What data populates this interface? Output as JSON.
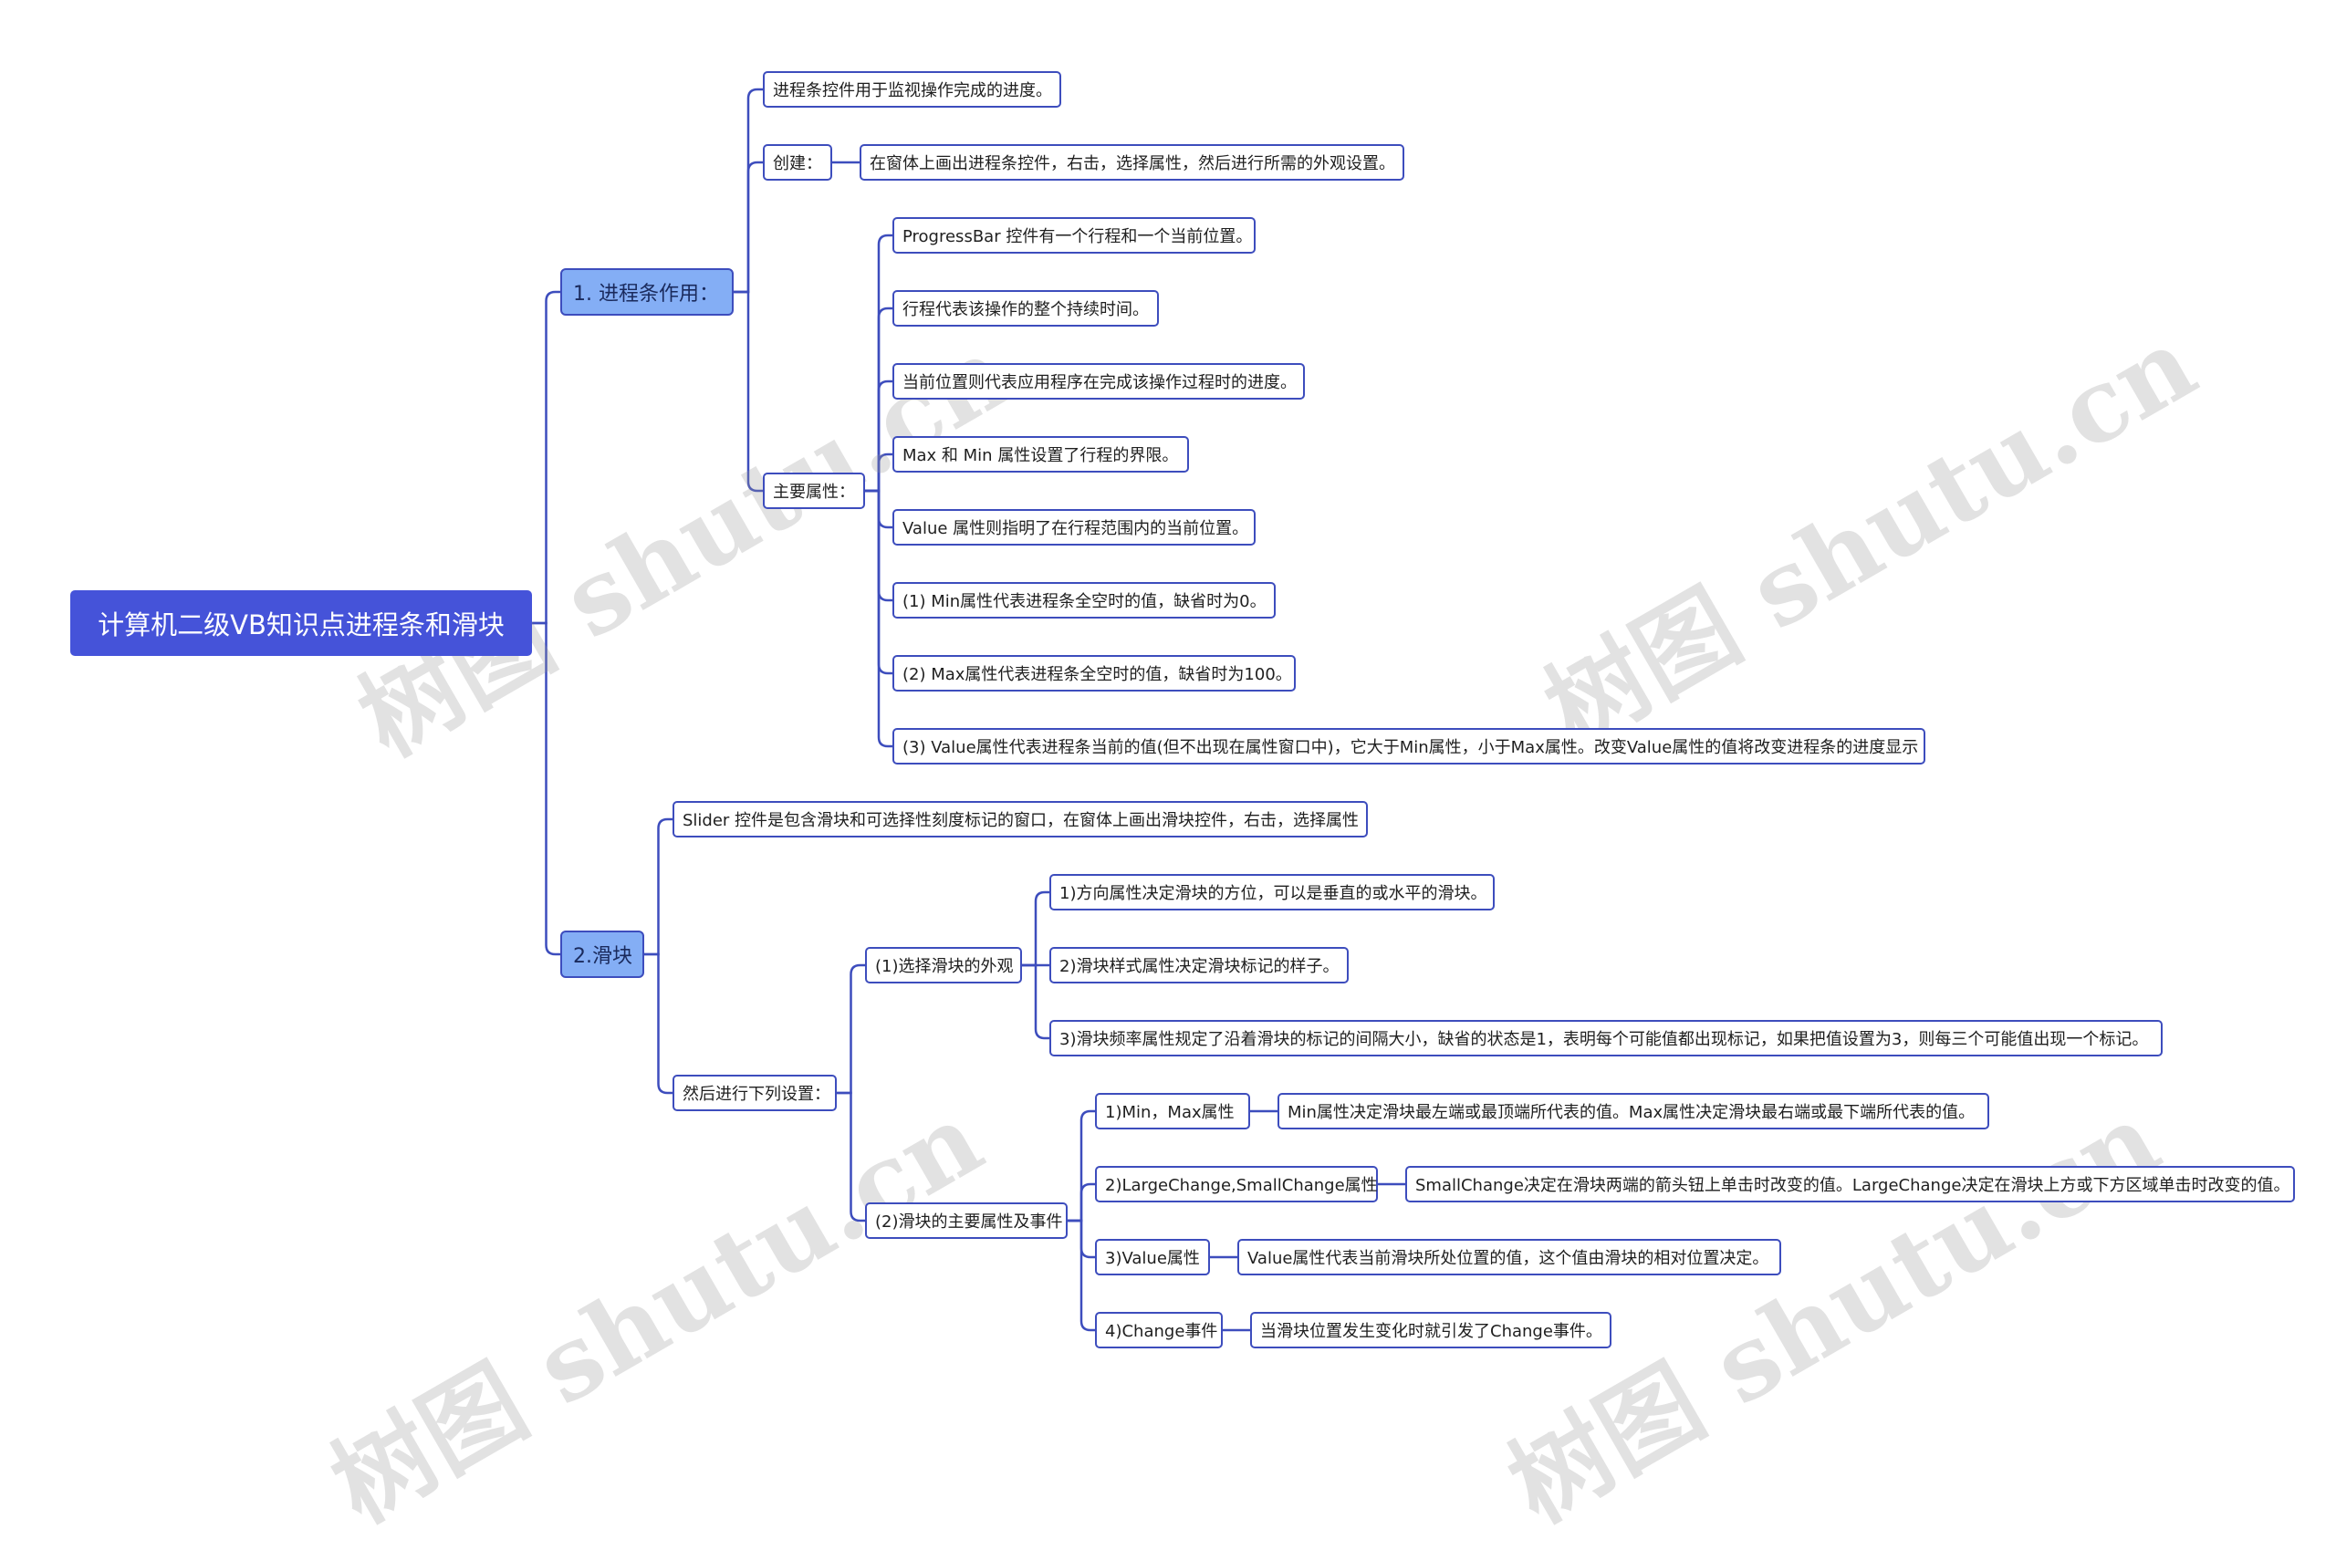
{
  "watermark": "树图 shutu.cn",
  "colors": {
    "root": "#4553d9",
    "level1": "#84aef5",
    "line": "#3d4dbd"
  },
  "root": "计算机二级VB知识点进程条和滑块",
  "b1": {
    "label": "1. 进程条作用：",
    "purpose": "进程条控件用于监视操作完成的进度。",
    "create": {
      "label": "创建：",
      "text": "在窗体上画出进程条控件，右击，选择属性，然后进行所需的外观设置。"
    },
    "props": {
      "label": "主要属性：",
      "items": [
        "ProgressBar 控件有一个行程和一个当前位置。",
        "行程代表该操作的整个持续时间。",
        "当前位置则代表应用程序在完成该操作过程时的进度。",
        "Max 和 Min 属性设置了行程的界限。",
        "Value 属性则指明了在行程范围内的当前位置。",
        "(1) Min属性代表进程条全空时的值，缺省时为0。",
        "(2) Max属性代表进程条全空时的值，缺省时为100。",
        "(3) Value属性代表进程条当前的值(但不出现在属性窗口中)，它大于Min属性，小于Max属性。改变Value属性的值将改变进程条的进度显示"
      ]
    }
  },
  "b2": {
    "label": "2.滑块",
    "intro": "Slider 控件是包含滑块和可选择性刻度标记的窗口，在窗体上画出滑块控件，右击，选择属性",
    "settings": {
      "label": "然后进行下列设置：",
      "appearance": {
        "label": "(1)选择滑块的外观",
        "items": [
          "1)方向属性决定滑块的方位，可以是垂直的或水平的滑块。",
          "2)滑块样式属性决定滑块标记的样子。",
          "3)滑块频率属性规定了沿着滑块的标记的间隔大小，缺省的状态是1，表明每个可能值都出现标记，如果把值设置为3，则每三个可能值出现一个标记。"
        ]
      },
      "main": {
        "label": "(2)滑块的主要属性及事件",
        "items": [
          {
            "label": "1)Min，Max属性",
            "desc": "Min属性决定滑块最左端或最顶端所代表的值。Max属性决定滑块最右端或最下端所代表的值。"
          },
          {
            "label": "2)LargeChange,SmallChange属性",
            "desc": "SmallChange决定在滑块两端的箭头钮上单击时改变的值。LargeChange决定在滑块上方或下方区域单击时改变的值。"
          },
          {
            "label": "3)Value属性",
            "desc": "Value属性代表当前滑块所处位置的值，这个值由滑块的相对位置决定。"
          },
          {
            "label": "4)Change事件",
            "desc": "当滑块位置发生变化时就引发了Change事件。"
          }
        ]
      }
    }
  }
}
